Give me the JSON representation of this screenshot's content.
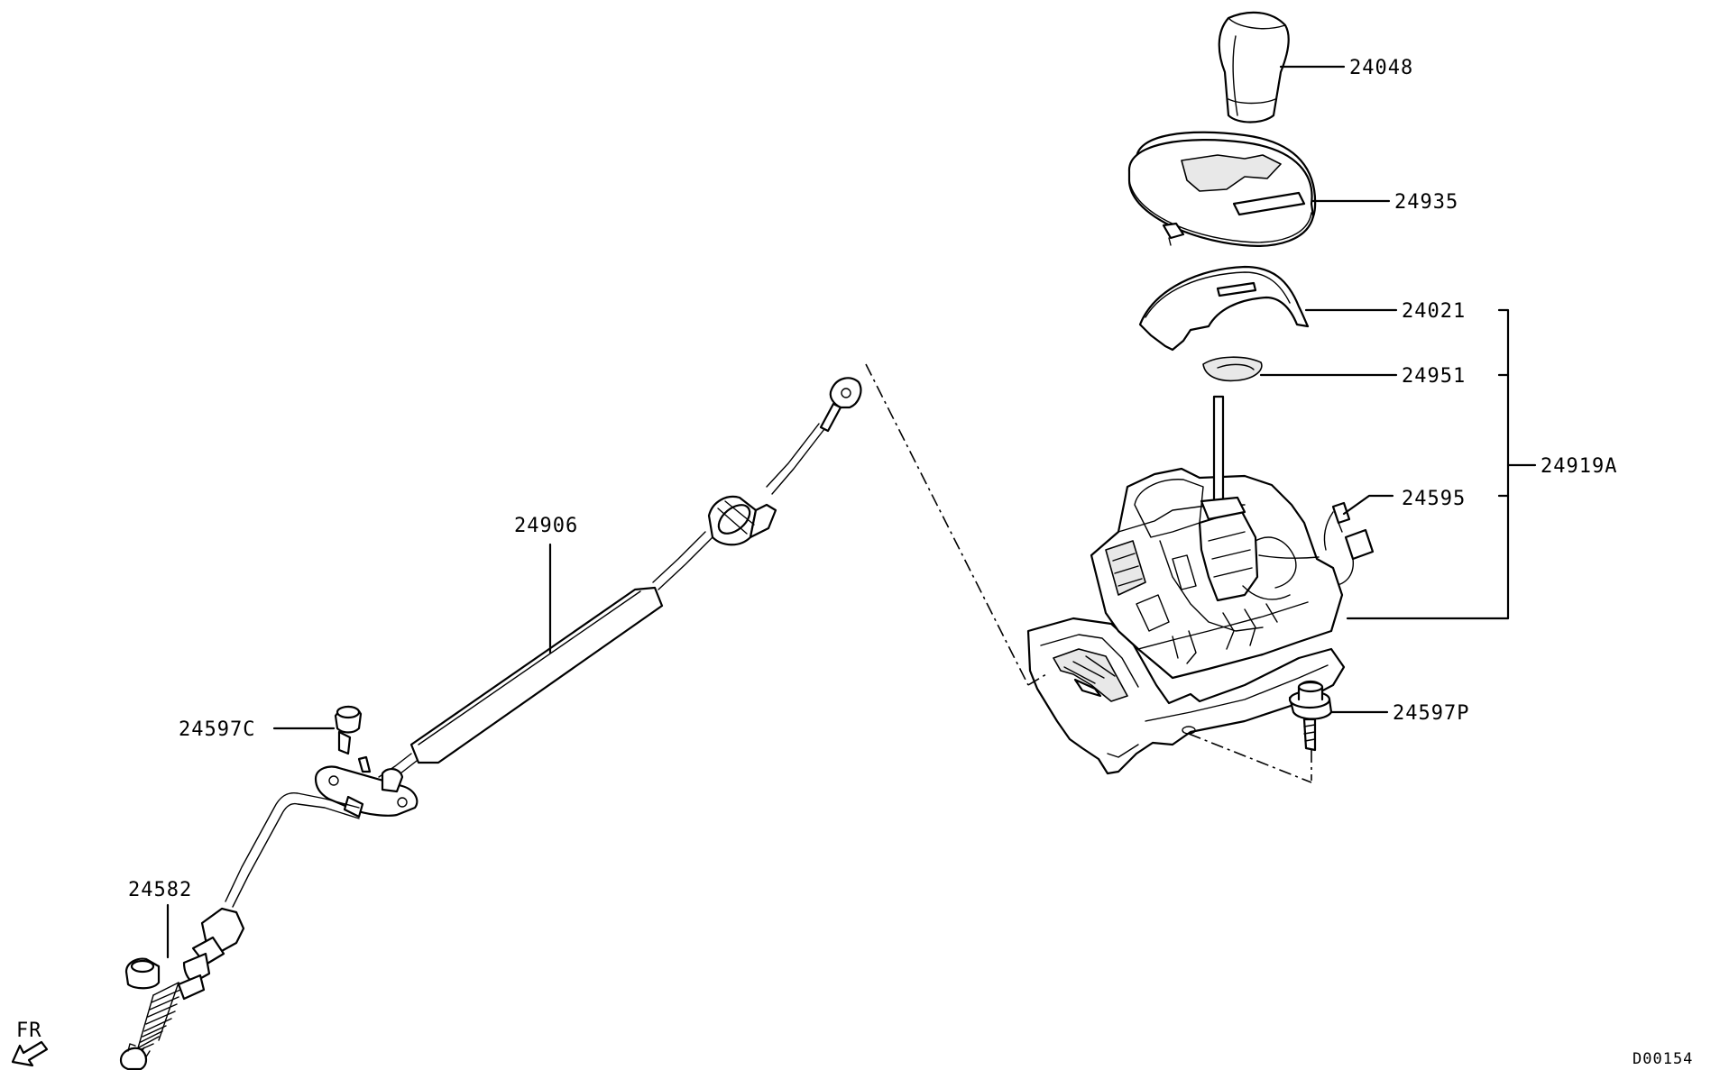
{
  "diagram": {
    "drawing_code": "D00154",
    "direction_label": "FR",
    "colors": {
      "line": "#000000",
      "background": "#ffffff",
      "shade": "#e8e8e8"
    },
    "callouts": [
      {
        "id": "24048",
        "label": "24048"
      },
      {
        "id": "24935",
        "label": "24935"
      },
      {
        "id": "24021",
        "label": "24021"
      },
      {
        "id": "24951",
        "label": "24951"
      },
      {
        "id": "24919A",
        "label": "24919A"
      },
      {
        "id": "24595",
        "label": "24595"
      },
      {
        "id": "24597P",
        "label": "24597P"
      },
      {
        "id": "24906",
        "label": "24906"
      },
      {
        "id": "24597C",
        "label": "24597C"
      },
      {
        "id": "24582",
        "label": "24582"
      }
    ]
  }
}
